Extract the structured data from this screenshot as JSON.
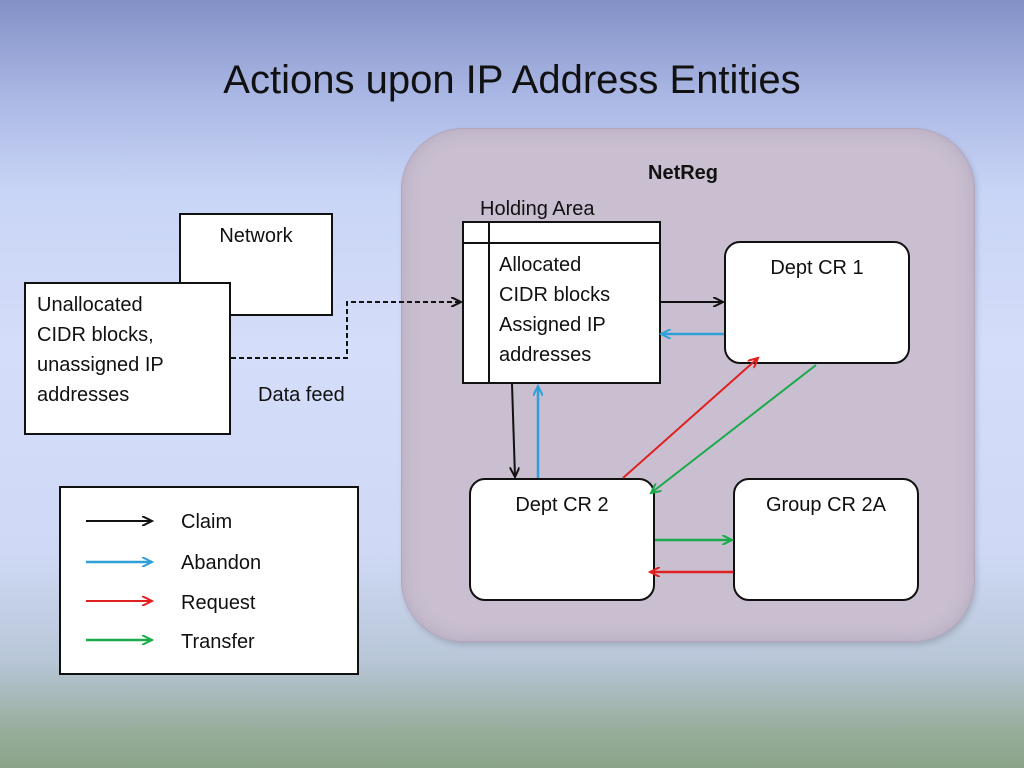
{
  "slide": {
    "title": "Actions upon IP Address Entities"
  },
  "netreg": {
    "label": "NetReg"
  },
  "holding_area": {
    "label": "Holding Area",
    "lines": [
      "Allocated",
      "CIDR blocks",
      "Assigned IP",
      "addresses"
    ]
  },
  "nodes": {
    "network": "Network",
    "unallocated": [
      "Unallocated",
      "CIDR blocks,",
      "unassigned IP",
      "addresses"
    ],
    "dept_cr1": "Dept CR 1",
    "dept_cr2": "Dept CR 2",
    "group_cr2a": "Group CR 2A"
  },
  "edges": {
    "data_feed_label": "Data feed",
    "list": [
      {
        "from": "Unallocated CIDR blocks, unassigned IP addresses",
        "to": "Holding Area",
        "type": "Data feed",
        "style": "dashed"
      },
      {
        "from": "Holding Area",
        "to": "Dept CR 1",
        "type": "Claim"
      },
      {
        "from": "Dept CR 1",
        "to": "Holding Area",
        "type": "Abandon"
      },
      {
        "from": "Holding Area",
        "to": "Dept CR 2",
        "type": "Claim"
      },
      {
        "from": "Dept CR 2",
        "to": "Holding Area",
        "type": "Abandon"
      },
      {
        "from": "Dept CR 2",
        "to": "Dept CR 1",
        "type": "Request"
      },
      {
        "from": "Dept CR 1",
        "to": "Dept CR 2",
        "type": "Transfer"
      },
      {
        "from": "Dept CR 2",
        "to": "Group CR 2A",
        "type": "Transfer"
      },
      {
        "from": "Group CR 2A",
        "to": "Dept CR 2",
        "type": "Request"
      }
    ]
  },
  "legend": {
    "items": [
      {
        "label": "Claim",
        "color": "#111111"
      },
      {
        "label": "Abandon",
        "color": "#2f9fd6"
      },
      {
        "label": "Request",
        "color": "#e02020"
      },
      {
        "label": "Transfer",
        "color": "#1aaa4a"
      }
    ]
  },
  "colors": {
    "claim": "#111111",
    "abandon": "#2f9fd6",
    "request": "#e02020",
    "transfer": "#1aaa4a",
    "panel": "#c9bfd0"
  }
}
